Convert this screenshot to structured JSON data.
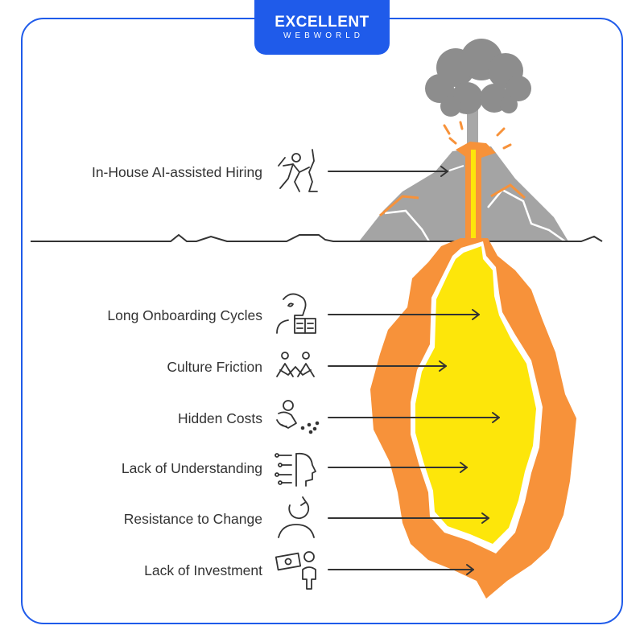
{
  "brand": {
    "line1": "EXCELLENT",
    "line2": "WEBWORLD"
  },
  "colors": {
    "frame": "#1f5bea",
    "lava_outer": "#f7923a",
    "lava_inner": "#fde60a",
    "mountain": "#a4a4a4",
    "smoke": "#8d8d8d"
  },
  "items": [
    {
      "label": "In-House AI-assisted Hiring",
      "icon": "climber-icon"
    },
    {
      "label": "Long Onboarding Cycles",
      "icon": "reader-icon"
    },
    {
      "label": "Culture Friction",
      "icon": "people-conflict-icon"
    },
    {
      "label": "Hidden Costs",
      "icon": "hidden-person-icon"
    },
    {
      "label": "Lack of Understanding",
      "icon": "head-profile-icon"
    },
    {
      "label": "Resistance to Change",
      "icon": "person-cycle-icon"
    },
    {
      "label": "Lack of Investment",
      "icon": "money-person-icon"
    }
  ]
}
